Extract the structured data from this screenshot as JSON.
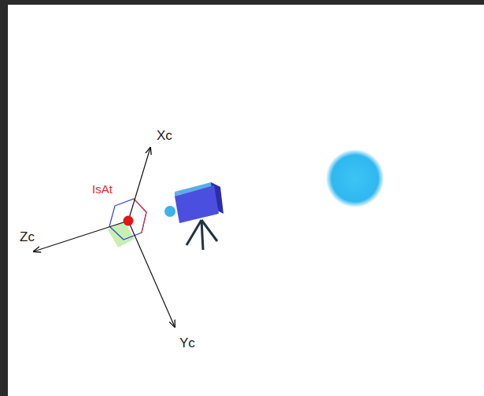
{
  "diagram": {
    "labels": [
      "Xc",
      "IsAt",
      "Zc",
      "Yc"
    ]
  }
}
